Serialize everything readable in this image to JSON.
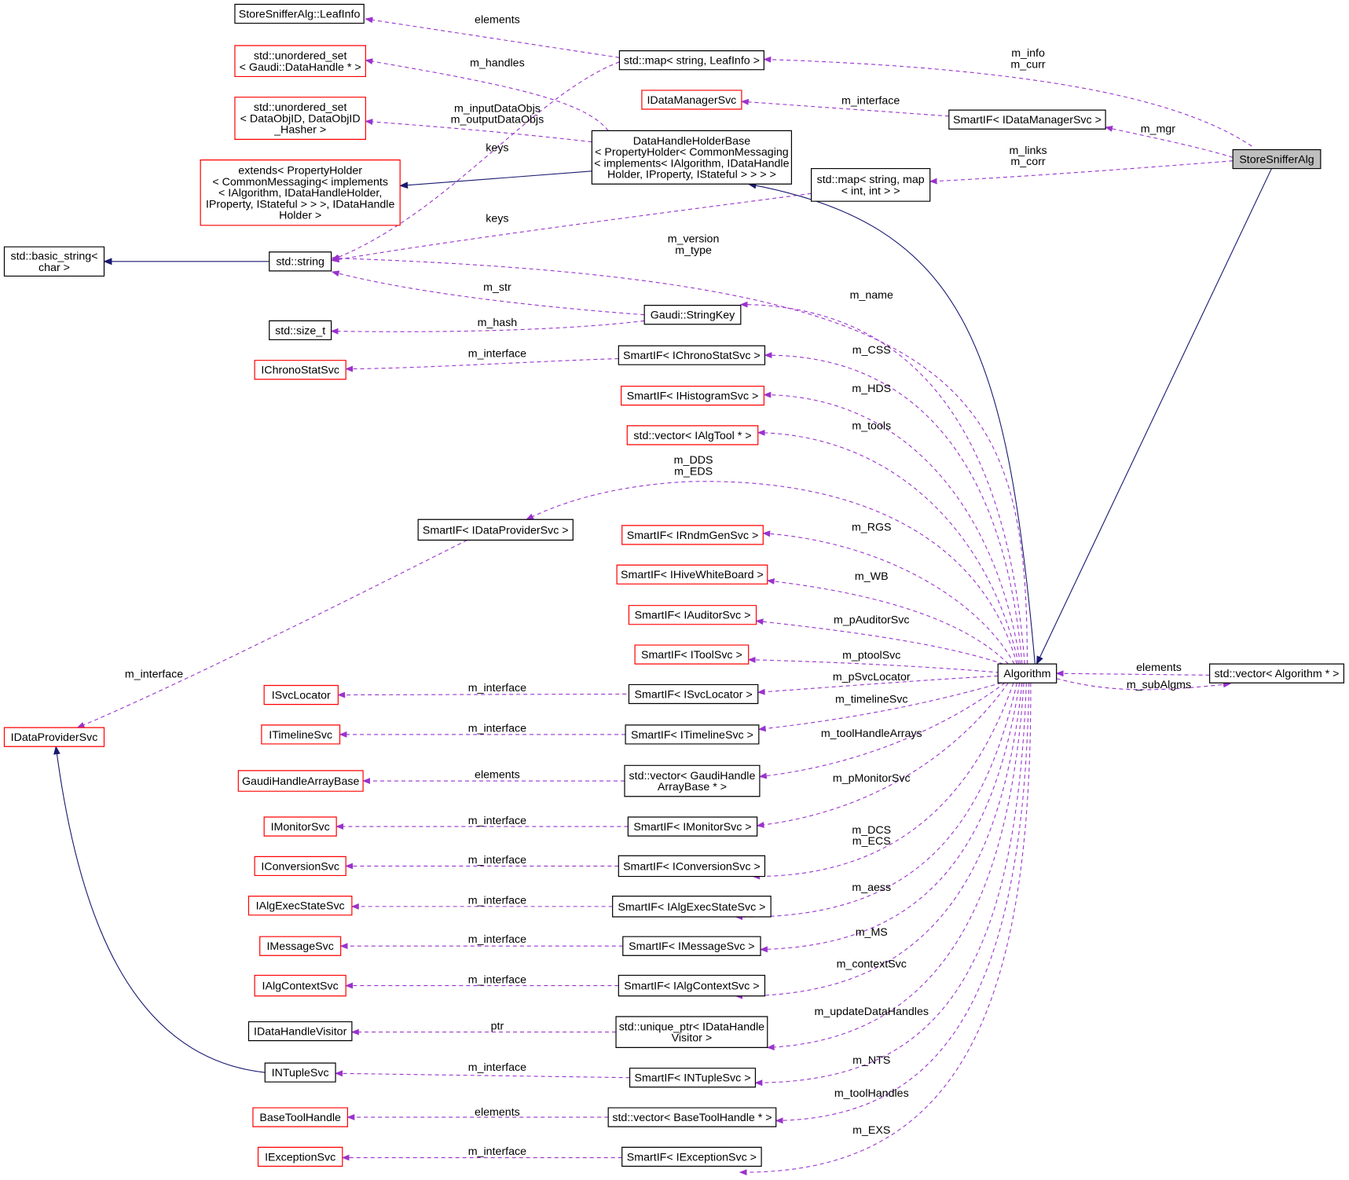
{
  "title": "StoreSnifferAlg collaboration diagram",
  "colors": {
    "usage_edge": "#9a32cd",
    "inherit_edge": "#191970",
    "incomplete_border": "#ff0000",
    "complete_border": "#000000",
    "focus_fill": "#bfbfbf"
  },
  "nodes": {
    "store_sniffer_alg": {
      "lines": [
        "StoreSnifferAlg"
      ]
    },
    "leaf_info": {
      "lines": [
        "StoreSnifferAlg::LeafInfo"
      ]
    },
    "unordered_set_handle": {
      "lines": [
        "std::unordered_set",
        "< Gaudi::DataHandle * >"
      ]
    },
    "unordered_set_objid": {
      "lines": [
        "std::unordered_set",
        "< DataObjID, DataObjID",
        "_Hasher >"
      ]
    },
    "extends_holder": {
      "lines": [
        "extends< PropertyHolder",
        "< CommonMessaging< implements",
        "< IAlgorithm, IDataHandleHolder,",
        "IProperty, IStateful > > >, IDataHandle",
        "Holder >"
      ]
    },
    "basic_string": {
      "lines": [
        "std::basic_string<",
        "char >"
      ]
    },
    "std_string": {
      "lines": [
        "std::string"
      ]
    },
    "size_t": {
      "lines": [
        "std::size_t"
      ]
    },
    "ichrono_stat_svc": {
      "lines": [
        "IChronoStatSvc"
      ]
    },
    "map_leafinfo": {
      "lines": [
        "std::map< string, LeafInfo >"
      ]
    },
    "idata_manager_svc": {
      "lines": [
        "IDataManagerSvc"
      ]
    },
    "smartif_idata_manager": {
      "lines": [
        "SmartIF< IDataManagerSvc >"
      ]
    },
    "data_handle_holder_base": {
      "lines": [
        "DataHandleHolderBase",
        "< PropertyHolder< CommonMessaging",
        "< implements< IAlgorithm, IDataHandle",
        "Holder, IProperty, IStateful > > > >"
      ]
    },
    "map_int": {
      "lines": [
        "std::map< string, map",
        "< int, int > >"
      ]
    },
    "string_key": {
      "lines": [
        "Gaudi::StringKey"
      ]
    },
    "smartif_ichrono": {
      "lines": [
        "SmartIF< IChronoStatSvc >"
      ]
    },
    "smartif_ihistogram": {
      "lines": [
        "SmartIF< IHistogramSvc >"
      ]
    },
    "vector_ialgtool": {
      "lines": [
        "std::vector< IAlgTool * >"
      ]
    },
    "smartif_idata_provider": {
      "lines": [
        "SmartIF< IDataProviderSvc >"
      ]
    },
    "idata_provider_svc": {
      "lines": [
        "IDataProviderSvc"
      ]
    },
    "smartif_irndm": {
      "lines": [
        "SmartIF< IRndmGenSvc >"
      ]
    },
    "smartif_ihive": {
      "lines": [
        "SmartIF< IHiveWhiteBoard >"
      ]
    },
    "smartif_iauditor": {
      "lines": [
        "SmartIF< IAuditorSvc >"
      ]
    },
    "smartif_itool": {
      "lines": [
        "SmartIF< IToolSvc >"
      ]
    },
    "isvc_locator": {
      "lines": [
        "ISvcLocator"
      ]
    },
    "smartif_isvc_locator": {
      "lines": [
        "SmartIF< ISvcLocator >"
      ]
    },
    "itimeline_svc": {
      "lines": [
        "ITimelineSvc"
      ]
    },
    "smartif_itimeline": {
      "lines": [
        "SmartIF< ITimelineSvc >"
      ]
    },
    "gaudi_handle_array_base": {
      "lines": [
        "GaudiHandleArrayBase"
      ]
    },
    "vector_gaudi_handle": {
      "lines": [
        "std::vector< GaudiHandle",
        "ArrayBase * >"
      ]
    },
    "imonitor_svc": {
      "lines": [
        "IMonitorSvc"
      ]
    },
    "smartif_imonitor": {
      "lines": [
        "SmartIF< IMonitorSvc >"
      ]
    },
    "iconversion_svc": {
      "lines": [
        "IConversionSvc"
      ]
    },
    "smartif_iconversion": {
      "lines": [
        "SmartIF< IConversionSvc >"
      ]
    },
    "ialg_exec_state_svc": {
      "lines": [
        "IAlgExecStateSvc"
      ]
    },
    "smartif_ialg_exec": {
      "lines": [
        "SmartIF< IAlgExecStateSvc >"
      ]
    },
    "imessage_svc": {
      "lines": [
        "IMessageSvc"
      ]
    },
    "smartif_imessage": {
      "lines": [
        "SmartIF< IMessageSvc >"
      ]
    },
    "ialg_context_svc": {
      "lines": [
        "IAlgContextSvc"
      ]
    },
    "smartif_ialg_context": {
      "lines": [
        "SmartIF< IAlgContextSvc >"
      ]
    },
    "idata_handle_visitor": {
      "lines": [
        "IDataHandleVisitor"
      ]
    },
    "unique_ptr_visitor": {
      "lines": [
        "std::unique_ptr< IDataHandle",
        "Visitor >"
      ]
    },
    "intuple_svc": {
      "lines": [
        "INTupleSvc"
      ]
    },
    "smartif_intuple": {
      "lines": [
        "SmartIF< INTupleSvc >"
      ]
    },
    "base_tool_handle": {
      "lines": [
        "BaseToolHandle"
      ]
    },
    "vector_base_tool_handle": {
      "lines": [
        "std::vector< BaseToolHandle * >"
      ]
    },
    "iexception_svc": {
      "lines": [
        "IExceptionSvc"
      ]
    },
    "smartif_iexception": {
      "lines": [
        "SmartIF< IExceptionSvc >"
      ]
    },
    "algorithm": {
      "lines": [
        "Algorithm"
      ]
    },
    "vector_algorithm": {
      "lines": [
        "std::vector< Algorithm * >"
      ]
    }
  },
  "edge_labels": {
    "elements_leafinfo": [
      "elements"
    ],
    "m_handles": [
      "m_handles"
    ],
    "m_input_output": [
      "m_inputDataObjs",
      "m_outputDataObjs"
    ],
    "keys_map_leafinfo": [
      "keys"
    ],
    "keys_map_int": [
      "keys"
    ],
    "m_info_curr": [
      "m_info",
      "m_curr"
    ],
    "m_interface_dm": [
      "m_interface"
    ],
    "m_mgr": [
      "m_mgr"
    ],
    "m_links_corr": [
      "m_links",
      "m_corr"
    ],
    "m_version_type": [
      "m_version",
      "m_type"
    ],
    "m_str": [
      "m_str"
    ],
    "m_hash": [
      "m_hash"
    ],
    "m_name": [
      "m_name"
    ],
    "m_interface_chrono": [
      "m_interface"
    ],
    "m_css": [
      "m_CSS"
    ],
    "m_hds": [
      "m_HDS"
    ],
    "m_tools": [
      "m_tools"
    ],
    "m_dds_eds": [
      "m_DDS",
      "m_EDS"
    ],
    "m_interface_provider": [
      "m_interface"
    ],
    "m_rgs": [
      "m_RGS"
    ],
    "m_wb": [
      "m_WB"
    ],
    "m_pauditor": [
      "m_pAuditorSvc"
    ],
    "m_ptool": [
      "m_ptoolSvc"
    ],
    "m_psvc_locator": [
      "m_pSvcLocator"
    ],
    "m_interface_svc_locator": [
      "m_interface"
    ],
    "m_timeline": [
      "m_timelineSvc"
    ],
    "m_interface_timeline": [
      "m_interface"
    ],
    "m_tool_handle_arrays": [
      "m_toolHandleArrays"
    ],
    "elements_gaudi_handle": [
      "elements"
    ],
    "m_pmonitor": [
      "m_pMonitorSvc"
    ],
    "m_interface_monitor": [
      "m_interface"
    ],
    "m_dcs_ecs": [
      "m_DCS",
      "m_ECS"
    ],
    "m_interface_conversion": [
      "m_interface"
    ],
    "m_aess": [
      "m_aess"
    ],
    "m_interface_alg_exec": [
      "m_interface"
    ],
    "m_ms": [
      "m_MS"
    ],
    "m_interface_message": [
      "m_interface"
    ],
    "m_context": [
      "m_contextSvc"
    ],
    "m_interface_context": [
      "m_interface"
    ],
    "m_update_data_handles": [
      "m_updateDataHandles"
    ],
    "ptr": [
      "ptr"
    ],
    "m_nts": [
      "m_NTS"
    ],
    "m_interface_ntuple": [
      "m_interface"
    ],
    "m_tool_handles": [
      "m_toolHandles"
    ],
    "elements_base_tool": [
      "elements"
    ],
    "m_exs": [
      "m_EXS"
    ],
    "m_interface_exception": [
      "m_interface"
    ],
    "elements_algorithm": [
      "elements"
    ],
    "m_sub_algms": [
      "m_subAlgms"
    ]
  }
}
